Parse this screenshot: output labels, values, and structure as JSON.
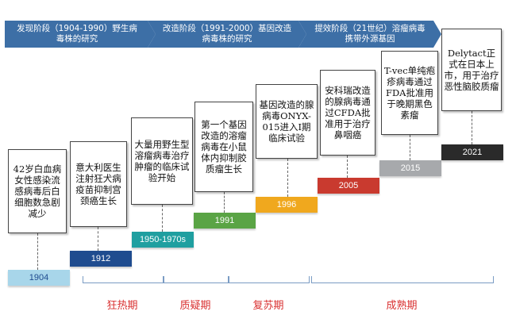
{
  "banner": [
    {
      "label": "发现阶段（1904-1990）野生病毒株的研究"
    },
    {
      "label": "改造阶段（1991-2000）基因改造病毒株的研究"
    },
    {
      "label": "提效阶段（21世纪）溶瘤病毒携带外源基因"
    }
  ],
  "milestones": [
    {
      "year": "1904",
      "color": "#a8d6ea",
      "text": "42岁白血病女性感染流感病毒后白细胞数急剧减少"
    },
    {
      "year": "1912",
      "color": "#1f4c8f",
      "text": "意大利医生注射狂犬病疫苗抑制宫颈癌生长"
    },
    {
      "year": "1950-1970s",
      "color": "#1f9fa0",
      "text": "大量用野生型溶瘤病毒治疗肿瘤的临床试验开始"
    },
    {
      "year": "1991",
      "color": "#5aa445",
      "text": "第一个基因改造的溶瘤病毒在小鼠体内抑制胶质瘤生长"
    },
    {
      "year": "1996",
      "color": "#f0a81e",
      "text": "基因改造的腺病毒ONYX-015进入Ⅰ期临床试验"
    },
    {
      "year": "2005",
      "color": "#c93a2f",
      "text": "安科瑞改造的腺病毒通过CFDA批准用于治疗鼻咽癌"
    },
    {
      "year": "2015",
      "color": "#a7a9ac",
      "text": "T-vec单纯疱疹病毒通过FDA批准用于晚期黑色素瘤"
    },
    {
      "year": "2021",
      "color": "#2a2a2a",
      "text": "Delytact正式在日本上市，用于治疗恶性脑胶质瘤"
    }
  ],
  "phases": [
    {
      "label": "狂热期"
    },
    {
      "label": "质疑期"
    },
    {
      "label": "复苏期"
    },
    {
      "label": "成熟期"
    }
  ]
}
